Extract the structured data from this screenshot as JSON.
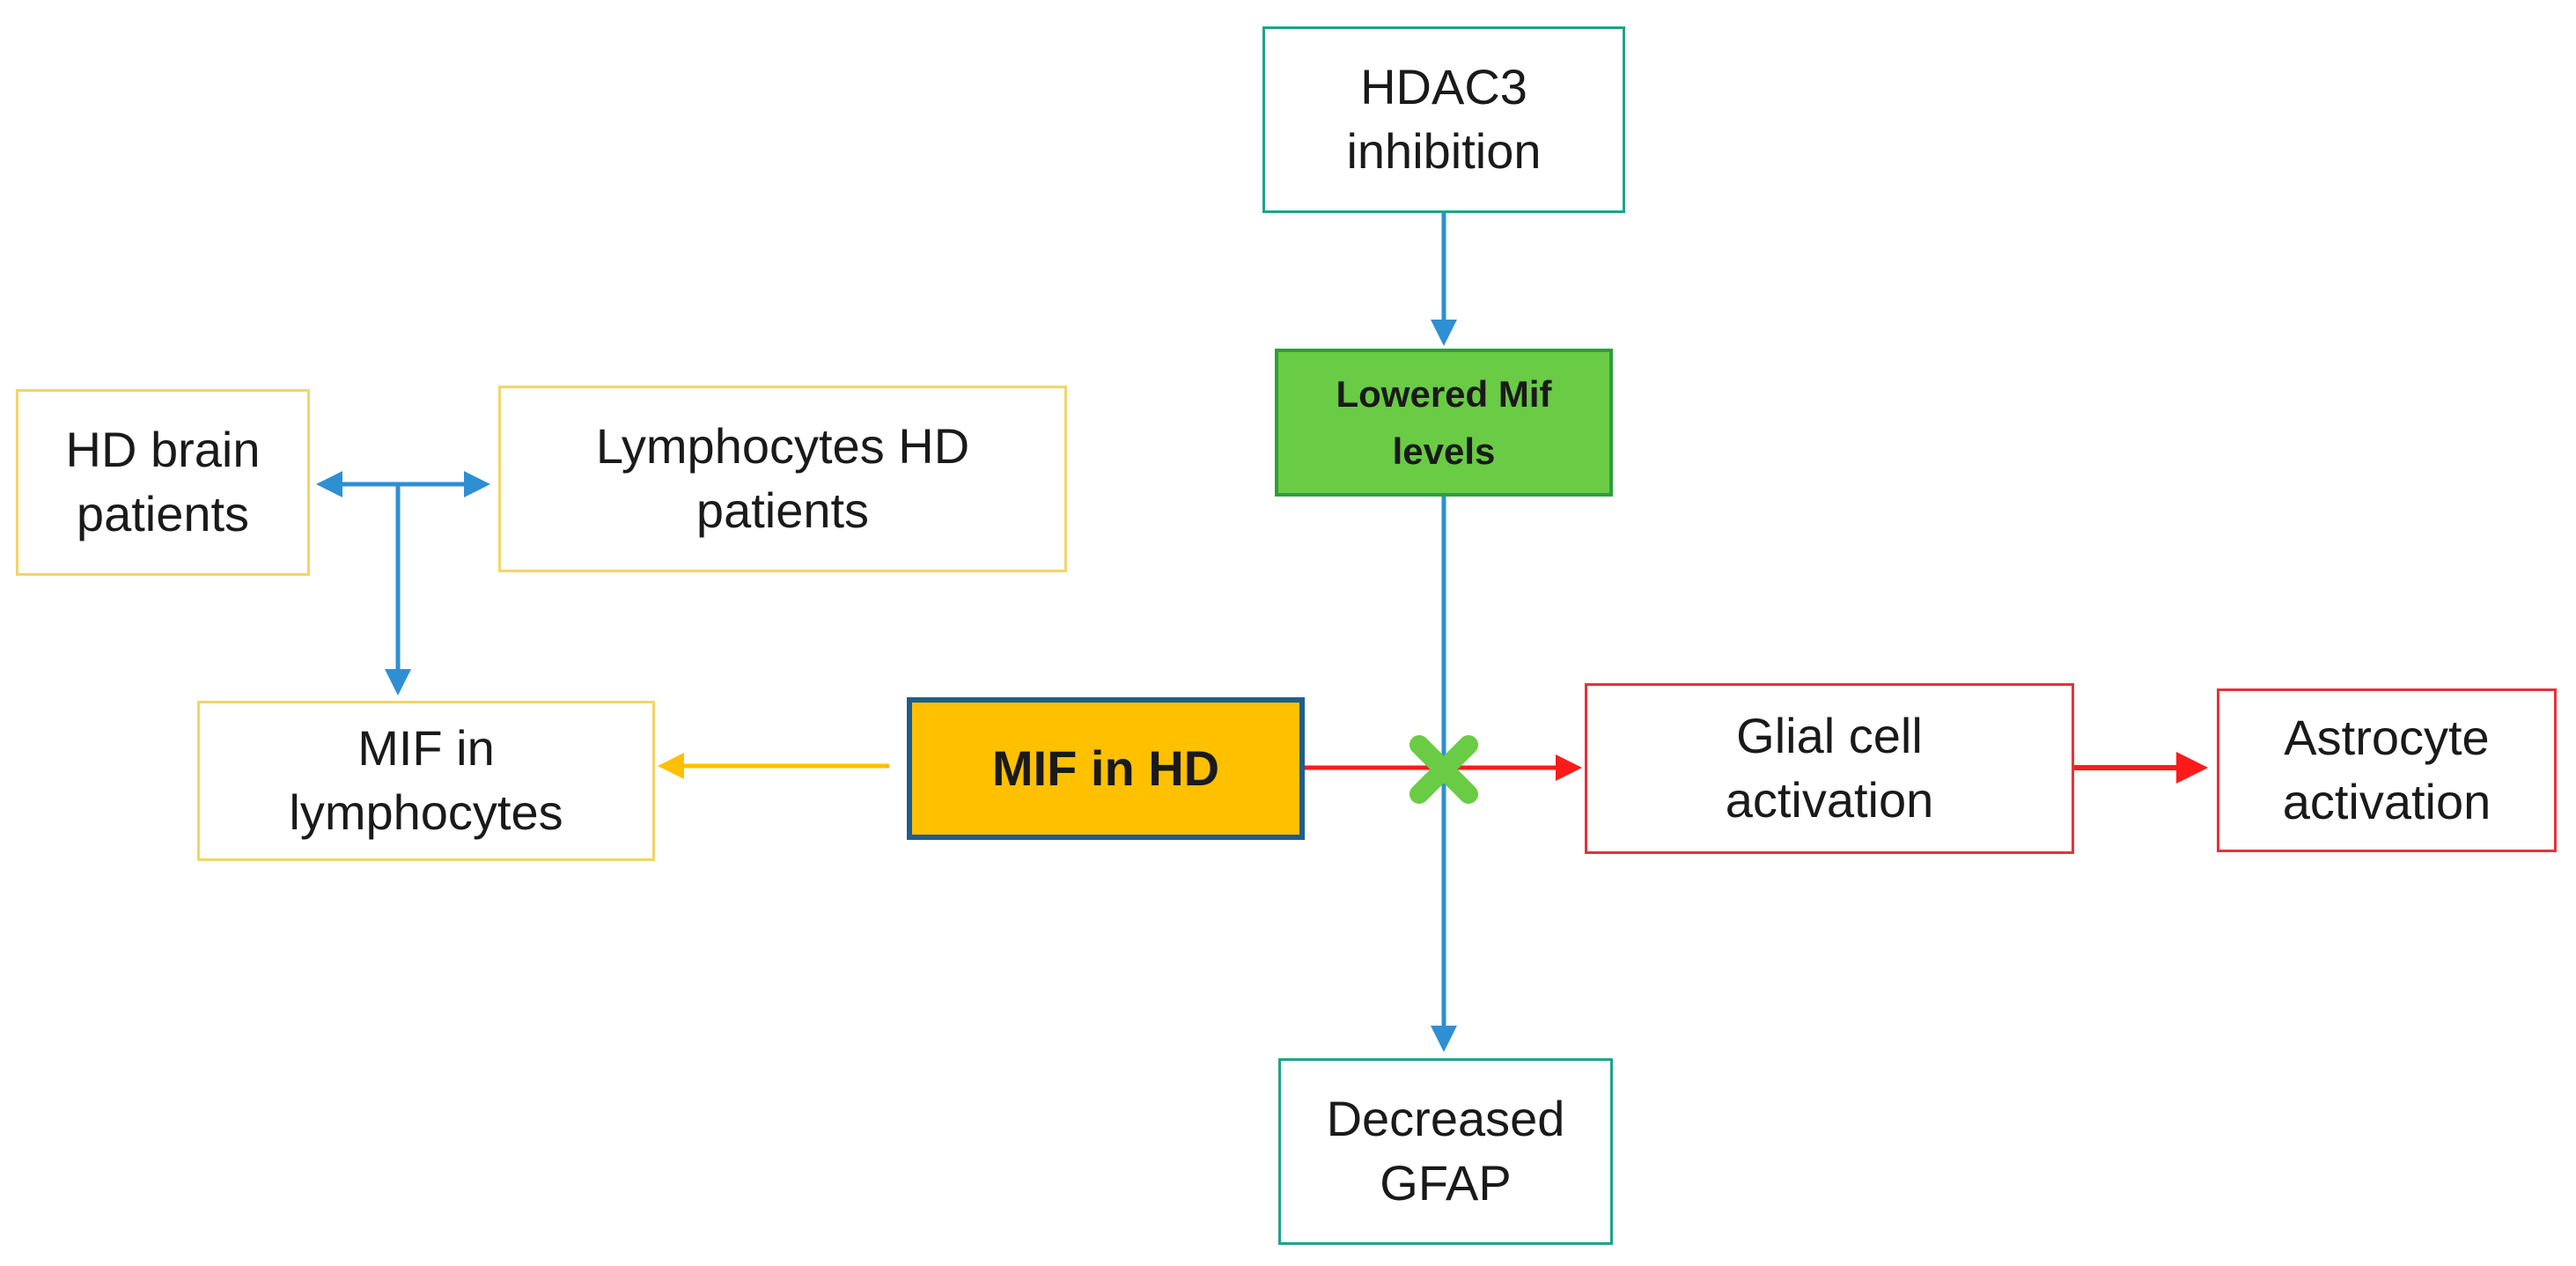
{
  "nodes": {
    "hdac3_inhibition": "HDAC3\ninhibition",
    "lowered_mif_levels": "Lowered Mif\nlevels",
    "hd_brain_patients": "HD brain\npatients",
    "lymphocytes_hd_patients": "Lymphocytes HD\npatients",
    "mif_in_lymphocytes": "MIF in\nlymphocytes",
    "mif_in_hd": "MIF in HD",
    "glial_cell_activation": "Glial cell\nactivation",
    "astrocyte_activation": "Astrocyte\nactivation",
    "decreased_gfap": "Decreased\nGFAP"
  },
  "colors": {
    "blue_arrow": "#2f8fd3",
    "red_arrow": "#ff1a1a",
    "orange_arrow": "#ffc000",
    "inhibition_cross": "#6acb45"
  }
}
